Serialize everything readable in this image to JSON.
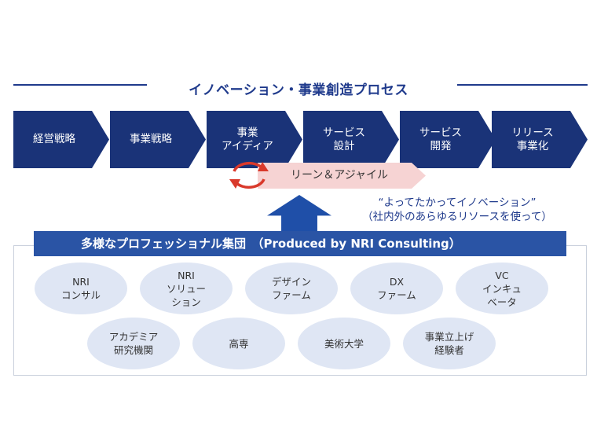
{
  "title": "イノベーション・事業創造プロセス",
  "process_steps": [
    {
      "label": "経営戦略"
    },
    {
      "label": "事業戦略"
    },
    {
      "label": "事業\nアイディア"
    },
    {
      "label": "サービス\n設計"
    },
    {
      "label": "サービス\n開発"
    },
    {
      "label": "リリース\n事業化"
    }
  ],
  "lean_agile_label": "リーン＆アジャイル",
  "quote": "“よってたかってイノベーション”\n（社内外のあらゆるリソースを使って）",
  "banner_label": "多様なプロフェッショナル集団　（Produced by NRI Consulting）",
  "groups": [
    {
      "label": "NRI\nコンサル"
    },
    {
      "label": "NRI\nソリュー\nション"
    },
    {
      "label": "デザイン\nファーム"
    },
    {
      "label": "DX\nファーム"
    },
    {
      "label": "VC\nインキュ\nベータ"
    },
    {
      "label": "アカデミア\n研究機関"
    },
    {
      "label": "高専"
    },
    {
      "label": "美術大学"
    },
    {
      "label": "事業立上げ\n経験者"
    }
  ],
  "colors": {
    "chevron": "#1a3378",
    "banner": "#2a54a5",
    "lean_bg": "#f6d3d3",
    "cycle_arrow": "#d9392b",
    "oval": "#dfe6f4"
  }
}
